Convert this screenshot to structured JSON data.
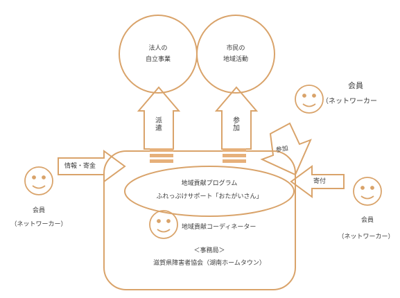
{
  "colors": {
    "line": "#d9a36a",
    "accent": "#e6b07a",
    "text": "#3a3a3a"
  },
  "goals": {
    "corporate": [
      "法人の",
      "自立事業"
    ],
    "citizen": [
      "市民の",
      "地域活動"
    ]
  },
  "arrows": {
    "left_up": "派遣",
    "right_up": "参加",
    "right_in_top": "参加",
    "left_in": "情報・寄金",
    "right_in_mid": "寄付"
  },
  "members": {
    "top_right": {
      "title": "会員",
      "role": "（ネットワーカー"
    },
    "left": {
      "title": "会員",
      "role": "（ネットワーカー）"
    },
    "right": {
      "title": "会員",
      "role": "（ネットワーカー）"
    }
  },
  "program": {
    "line1": "地域貢献プログラム",
    "line2": "ふれっぷけサポート「おたがいさん」"
  },
  "coordinator": "地域貢献コーディネーター",
  "office": {
    "heading": "＜事務局＞",
    "name": "滋賀県障害者協会（湖南ホームタウン）"
  }
}
